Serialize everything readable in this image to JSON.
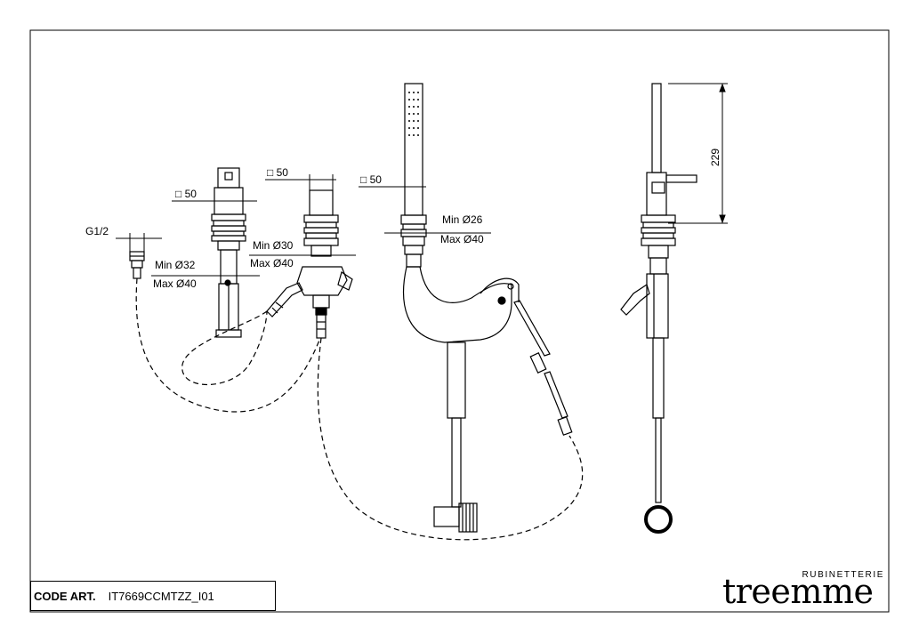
{
  "labels": {
    "square_50_a": "□ 50",
    "square_50_b": "□ 50",
    "square_50_c": "□ 50",
    "g12": "G1/2",
    "min32": "Min Ø32",
    "max40_a": "Max Ø40",
    "min30": "Min Ø30",
    "max40_b": "Max Ø40",
    "min26": "Min Ø26",
    "max40_c": "Max Ø40",
    "height_229": "229"
  },
  "title_block": {
    "code_label": "CODE ART.",
    "code_value": "IT7669CCMTZZ_I01"
  },
  "brand": {
    "subtitle": "RUBINETTERIE",
    "name": "treemme"
  }
}
